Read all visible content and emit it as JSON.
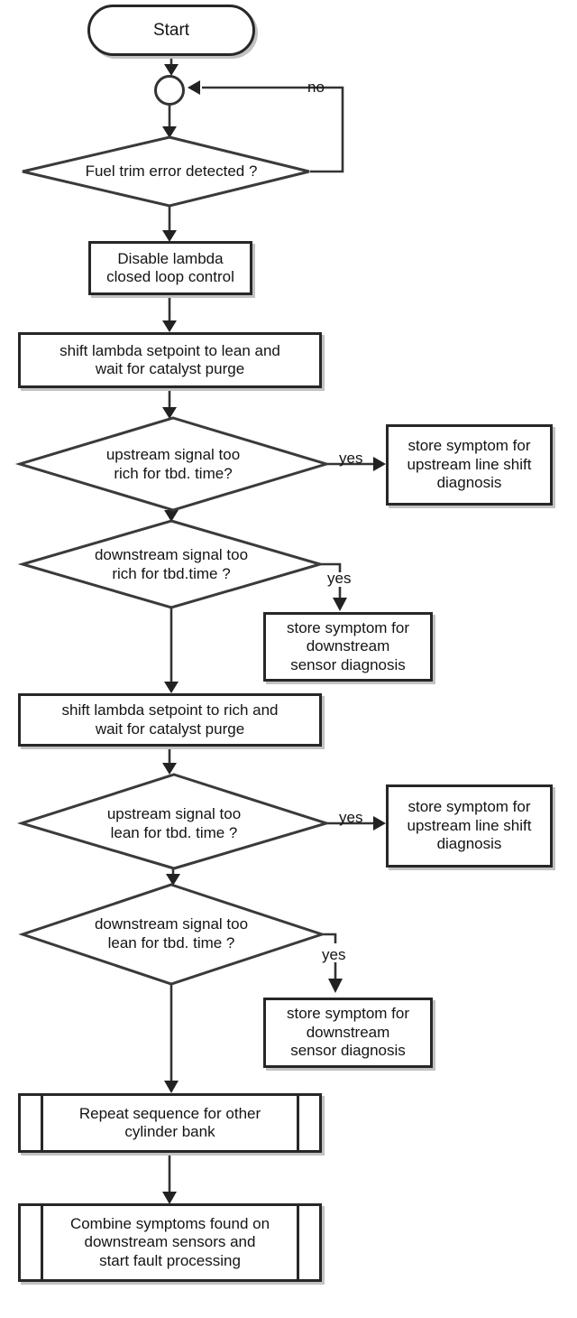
{
  "colors": {
    "background": "#ffffff",
    "line": "#333333",
    "border": "#272727",
    "text": "#141414"
  },
  "nodes": {
    "start": {
      "label": "Start",
      "type": "terminator"
    },
    "decision_fuel_trim": {
      "label": "Fuel trim error detected ?",
      "type": "decision"
    },
    "disable_lambda": {
      "label": "Disable lambda\nclosed loop control",
      "type": "process"
    },
    "shift_lean": {
      "label": "shift lambda setpoint to lean and\nwait for catalyst purge",
      "type": "process"
    },
    "decision_upstream_rich": {
      "label": "upstream signal too\nrich for tbd. time?",
      "type": "decision"
    },
    "store_upstream_1": {
      "label": "store symptom for\nupstream line shift\ndiagnosis",
      "type": "process"
    },
    "decision_downstream_rich": {
      "label": "downstream signal too\nrich for tbd.time ?",
      "type": "decision"
    },
    "store_downstream_1": {
      "label": "store symptom for\ndownstream\nsensor diagnosis",
      "type": "process"
    },
    "shift_rich": {
      "label": "shift lambda setpoint to rich and\nwait for catalyst purge",
      "type": "process"
    },
    "decision_upstream_lean": {
      "label": "upstream signal too\nlean for tbd. time ?",
      "type": "decision"
    },
    "store_upstream_2": {
      "label": "store symptom for\nupstream line shift\ndiagnosis",
      "type": "process"
    },
    "decision_downstream_lean": {
      "label": "downstream signal too\nlean for tbd. time ?",
      "type": "decision"
    },
    "store_downstream_2": {
      "label": "store symptom for\ndownstream\nsensor diagnosis",
      "type": "process"
    },
    "repeat_sequence": {
      "label": "Repeat sequence for other\ncylinder bank",
      "type": "predefined-process"
    },
    "combine_symptoms": {
      "label": "Combine symptoms found on\ndownstream sensors and\nstart fault processing",
      "type": "predefined-process"
    }
  },
  "edge_labels": {
    "no": "no",
    "yes_upstream_rich": "yes",
    "yes_downstream_rich": "yes",
    "yes_upstream_lean": "yes",
    "yes_downstream_lean": "yes"
  }
}
